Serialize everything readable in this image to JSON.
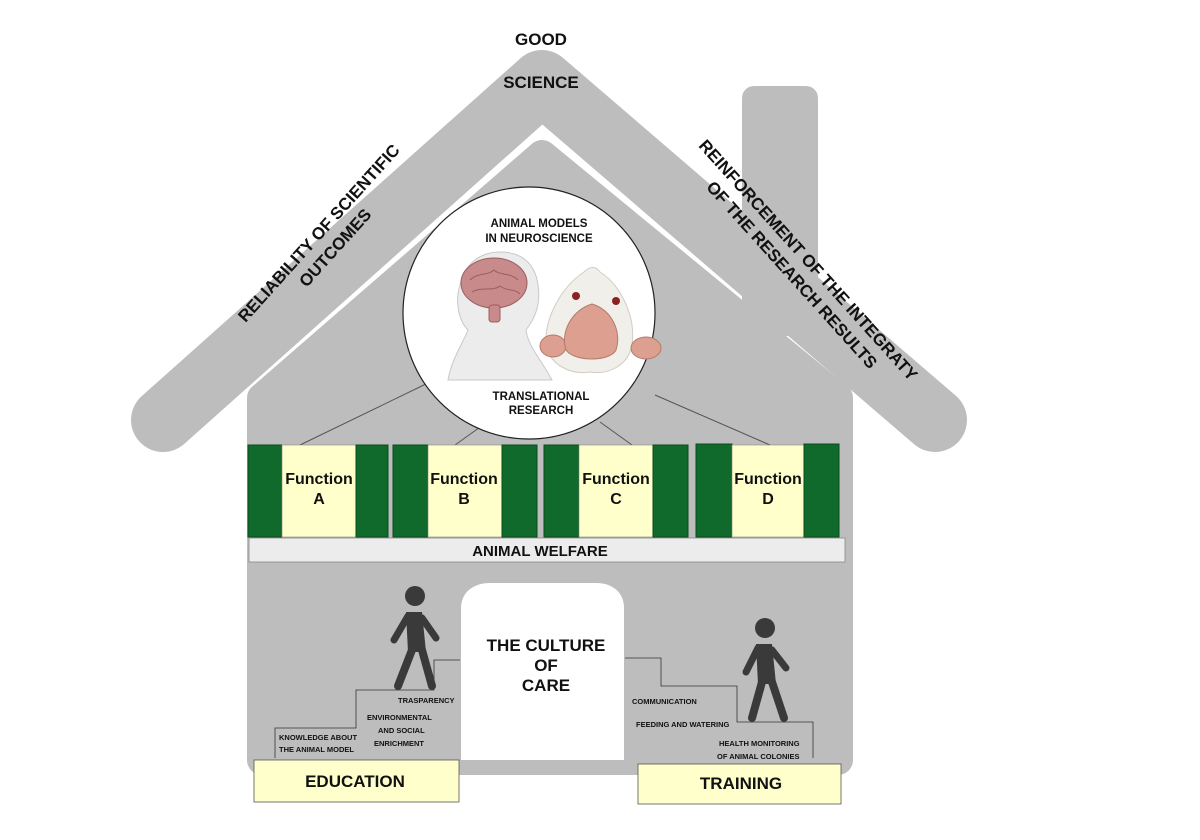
{
  "roof": {
    "top_label_line1": "GOOD",
    "top_label_line2": "SCIENCE",
    "left_line1": "RELIABILITY OF SCIENTIFIC",
    "left_line2": "OUTCOMES",
    "right_line1": "REINFORCEMENT OF THE INTEGRATY",
    "right_line2": "OF THE RESEARCH RESULTS"
  },
  "center_circle": {
    "title_line1": "ANIMAL MODELS",
    "title_line2": "IN NEUROSCIENCE",
    "bottom_line1": "TRANSLATIONAL",
    "bottom_line2": "RESEARCH",
    "icons": [
      "human-brain-head-icon",
      "rat-brain-icon"
    ]
  },
  "functions": [
    {
      "line1": "Function",
      "line2": "A"
    },
    {
      "line1": "Function",
      "line2": "B"
    },
    {
      "line1": "Function",
      "line2": "C"
    },
    {
      "line1": "Function",
      "line2": "D"
    }
  ],
  "welfare_label": "ANIMAL WELFARE",
  "door": {
    "line1": "THE CULTURE",
    "line2": "OF",
    "line3": "CARE"
  },
  "left_steps": {
    "step1_line1": "KNOWLEDGE ABOUT",
    "step1_line2": "THE ANIMAL MODEL",
    "step2_line1": "ENVIRONMENTAL",
    "step2_line2": "AND SOCIAL",
    "step2_line3": "ENRICHMENT",
    "step3": "TRASPARENCY"
  },
  "right_steps": {
    "step1": "COMMUNICATION",
    "step2": "FEEDING AND WATERING",
    "step3_line1": "HEALTH MONITORING",
    "step3_line2": "OF ANIMAL COLONIES"
  },
  "education_label": "EDUCATION",
  "training_label": "TRAINING",
  "colors": {
    "house_gray": "#bdbdbd",
    "column_green": "#0f6a2b",
    "label_yellow": "#ffffcc",
    "welfare_bar": "#ececec"
  }
}
